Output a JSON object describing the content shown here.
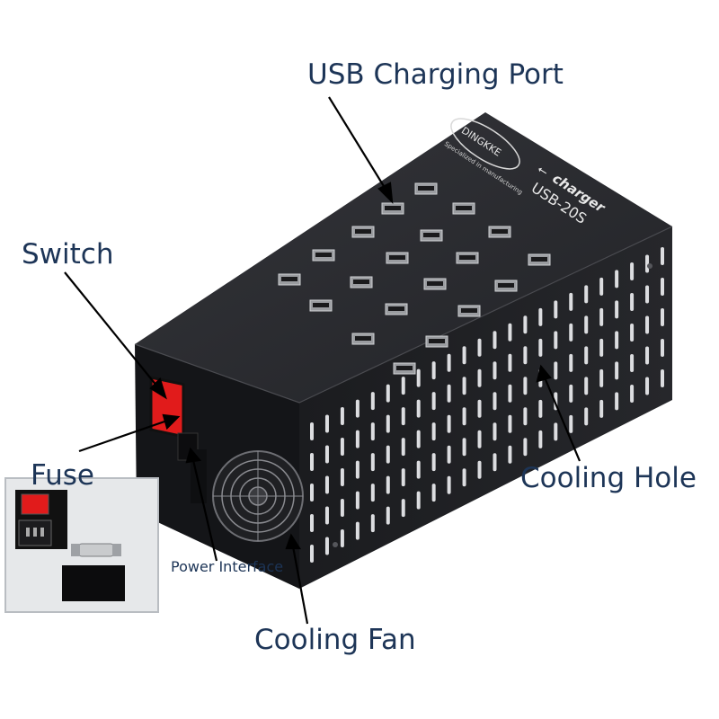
{
  "labels": {
    "usb_charging_port": "USB Charging Port",
    "switch": "Switch",
    "fuse": "Fuse",
    "cooling_hole": "Cooling Hole",
    "power_interface": "Power Interface",
    "cooling_fan": "Cooling Fan"
  },
  "device": {
    "brand": "DINGKKE",
    "tagline": "Specialized in manufacturing",
    "product_label": "charger",
    "model": "USB-20S",
    "usb_port_count": 20
  },
  "colors": {
    "label_text": "#1d3557",
    "case_top": "#2a2b2f",
    "case_front": "#17181b",
    "case_side": "#1e1f22",
    "switch_red": "#e11b1b"
  }
}
